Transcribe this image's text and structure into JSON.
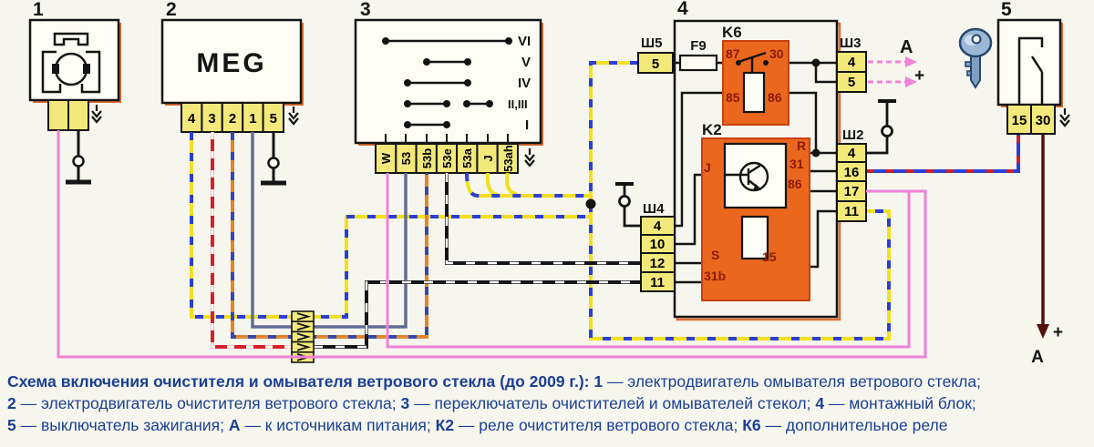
{
  "washer_motor": {
    "num": "1"
  },
  "wiper_motor": {
    "num": "2",
    "name": "MEG",
    "pins": [
      "4",
      "3",
      "2",
      "1",
      "5"
    ]
  },
  "stalk_switch": {
    "num": "3",
    "positions": [
      "VI",
      "V",
      "IV",
      "II,III",
      "I"
    ],
    "pins": [
      "W",
      "53",
      "53b",
      "53e",
      "53a",
      "J",
      "53ah"
    ]
  },
  "mount_block": {
    "num": "4",
    "fuse_label": "F9",
    "k6": {
      "label": "K6",
      "c87": "87",
      "c30": "30",
      "c85": "85",
      "c86": "86"
    },
    "k2": {
      "label": "K2",
      "cJ": "J",
      "cR": "R",
      "c31": "31",
      "c86": "86",
      "cS": "S",
      "c15": "15",
      "c31b": "31b"
    },
    "sh5": {
      "label": "Ш5",
      "p1": "5"
    },
    "sh3": {
      "label": "Ш3",
      "p1": "4",
      "p2": "5"
    },
    "sh2": {
      "label": "Ш2",
      "p1": "4",
      "p2": "16",
      "p3": "17",
      "p4": "11"
    },
    "sh4": {
      "label": "Ш4",
      "p1": "4",
      "p2": "10",
      "p3": "12",
      "p4": "11"
    }
  },
  "ignition": {
    "num": "5",
    "p15": "15",
    "p30": "30"
  },
  "marks": {
    "a_top": "A",
    "plus_top": "+",
    "plus_bottom": "+",
    "a_bottom": "A"
  },
  "caption": {
    "l1s0": "Схема включения очистителя и омывателя ветрового стекла (до 2009 г.): ",
    "l1s1": "1",
    "l1s2": " — электродвигатель омывателя ветрового стекла;",
    "l2s0": "2",
    "l2s1": " — электродвигатель очистителя ветрового стекла; ",
    "l2s2": "3",
    "l2s3": " — переключатель очистителей и омывателей стекол; ",
    "l2s4": "4",
    "l2s5": " — монтажный блок;",
    "l3s0": "5",
    "l3s1": " — выключатель зажигания; ",
    "l3s2": "А",
    "l3s3": " — к источникам питания; ",
    "l3s4": "К2",
    "l3s5": " — реле очистителя ветрового стекла; ",
    "l3s6": "К6",
    "l3s7": " — дополнительное реле"
  },
  "colors": {
    "shadow": "#e06a33",
    "wire_pink": "#ef83d8",
    "wire_yellow": "#f2df1f",
    "wire_blue": "#2b3fd6",
    "wire_red": "#d6202a",
    "wire_orange": "#e2862c",
    "wire_slate": "#636c94",
    "wire_maroon": "#55100e",
    "caption_navy": "#1b3f94",
    "pin_yellow": "#f3e97b",
    "relay_orange": "#ea671d"
  }
}
